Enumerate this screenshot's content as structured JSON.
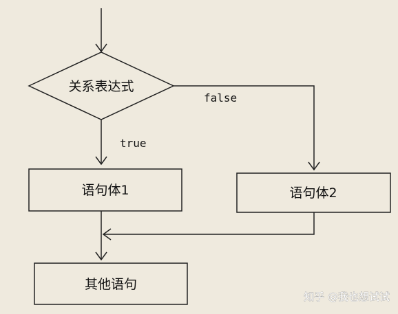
{
  "diagram": {
    "decision": {
      "label": "关系表达式"
    },
    "edges": {
      "true_label": "true",
      "false_label": "false"
    },
    "box1": {
      "label": "语句体1"
    },
    "box2": {
      "label": "语句体2"
    },
    "box3": {
      "label": "其他语句"
    }
  },
  "watermark": {
    "text": "知乎 @我也想试试"
  },
  "colors": {
    "background": "#efeade",
    "line": "#222222",
    "text": "#111111"
  }
}
